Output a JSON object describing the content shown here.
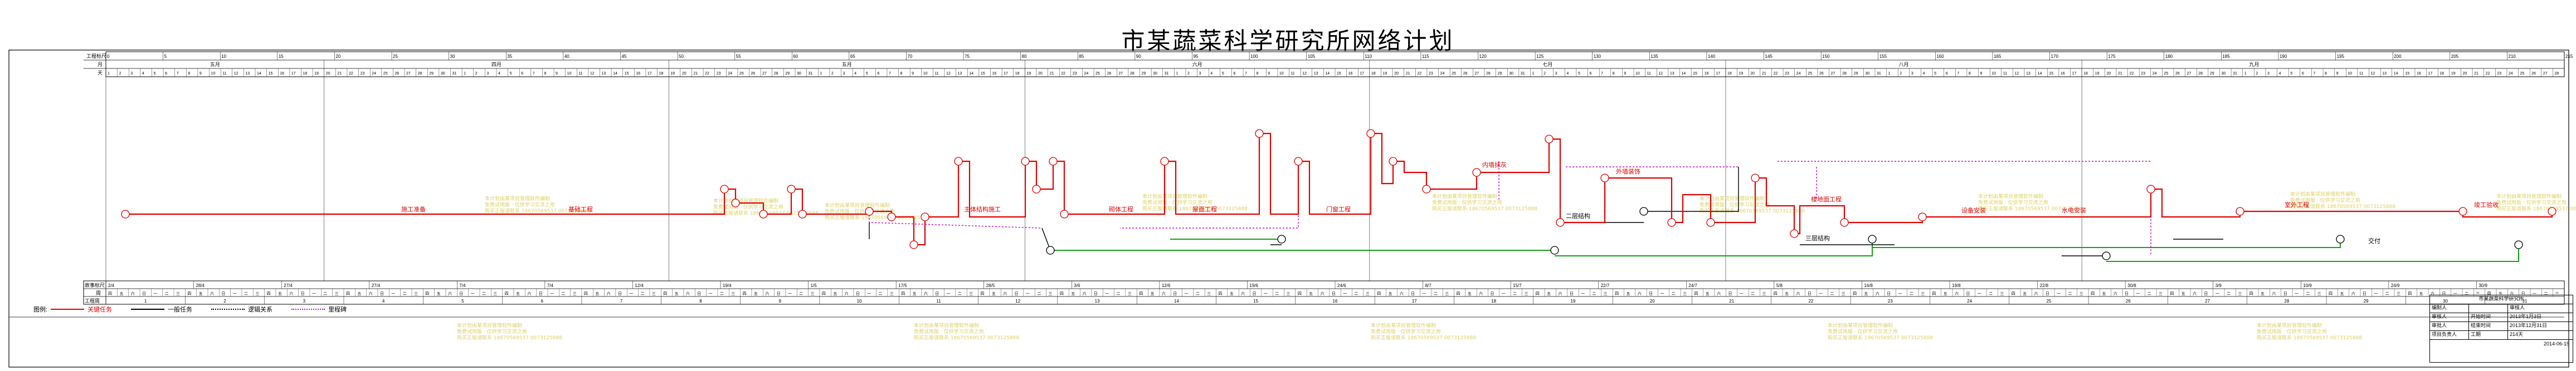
{
  "title": "市某蔬菜科学研究所网络计划",
  "header": {
    "row1_label": "工程标尺",
    "row2_label": "月",
    "row3_label": "天",
    "bottom_row1_label": "故事标尺",
    "bottom_row2_label": "周",
    "bottom_row3_label": "工程周",
    "months": [
      "五月",
      "四月",
      "五月",
      "六月",
      "七月",
      "八月",
      "九月"
    ],
    "day_scale_ticks": [
      "0",
      "5",
      "10",
      "15",
      "20",
      "25",
      "30",
      "35",
      "40",
      "45",
      "50",
      "55",
      "60",
      "65",
      "70",
      "75",
      "80",
      "85",
      "90",
      "95",
      "100",
      "105",
      "110",
      "115",
      "120",
      "125",
      "130",
      "135",
      "140",
      "145",
      "150",
      "155",
      "160",
      "165",
      "170",
      "175",
      "180",
      "185",
      "190",
      "195",
      "200",
      "205",
      "210",
      "215"
    ],
    "bottom_dates": [
      "2/4",
      "28/4",
      "27/4",
      "27/4",
      "7/4",
      "7/4",
      "12/4",
      "19/4",
      "1/5",
      "17/5",
      "28/5",
      "3/6",
      "12/6",
      "19/6",
      "24/6",
      "8/7",
      "15/7",
      "22/7",
      "24/7",
      "5/8",
      "16/8",
      "19/8",
      "22/8",
      "30/8",
      "3/9",
      "10/9",
      "24/9",
      "30/9"
    ],
    "week_chars": [
      "四",
      "五",
      "六",
      "日",
      "一",
      "二",
      "三"
    ],
    "week_numbers": [
      "1",
      "2",
      "3",
      "4",
      "5",
      "6",
      "7",
      "8",
      "9",
      "10",
      "11",
      "12",
      "13",
      "14",
      "15",
      "16",
      "17",
      "18",
      "19",
      "20",
      "21",
      "22",
      "23",
      "24",
      "25",
      "26",
      "27",
      "28",
      "29",
      "30",
      "31"
    ]
  },
  "legend": {
    "label": "图例:",
    "critical": "关键任务",
    "normal": "一般任务",
    "logic": "逻辑关系",
    "milestone": "里程碑",
    "critical_color": "#e00000",
    "normal_color": "#000000",
    "logic_color": "#000000",
    "milestone_color": "#d000d0"
  },
  "tasks": {
    "t1": "施工准备",
    "t2": "基础工程",
    "t3": "主体结构施工",
    "t4": "砌体工程",
    "t5": "屋面工程",
    "t6": "门窗工程",
    "t7": "内墙抹灰",
    "t8": "外墙装饰",
    "t9": "楼地面工程",
    "t10": "设备安装",
    "t11": "水电安装",
    "t12": "室外工程",
    "t13": "竣工验收",
    "t14": "二层结构",
    "t15": "三层结构",
    "t16": "交付"
  },
  "watermark": {
    "line1": "本计划由某项目管理软件编制",
    "line2": "免费试用版 · 仅供学习交流之用",
    "line3": "购买正版请联系 18670569537 0073125888"
  },
  "infobox": {
    "title": "市某蔬菜科学研究所",
    "rows": [
      {
        "k": "编制人",
        "v1": "",
        "v2": "审核人"
      },
      {
        "k": "审核人",
        "v1": "开始时间",
        "v2": "2013年1月3日"
      },
      {
        "k": "审批人",
        "v1": "结束时间",
        "v2": "2013年12月31日"
      },
      {
        "k": "项目负责人",
        "v1": "工期",
        "v2": "214天"
      }
    ],
    "date": "2014-06-15"
  },
  "colors": {
    "critical": "#e00000",
    "normal": "#000000",
    "float": "#16a016",
    "logic": "#d000d0",
    "grid": "#000000",
    "watermark": "#d8c84a"
  }
}
